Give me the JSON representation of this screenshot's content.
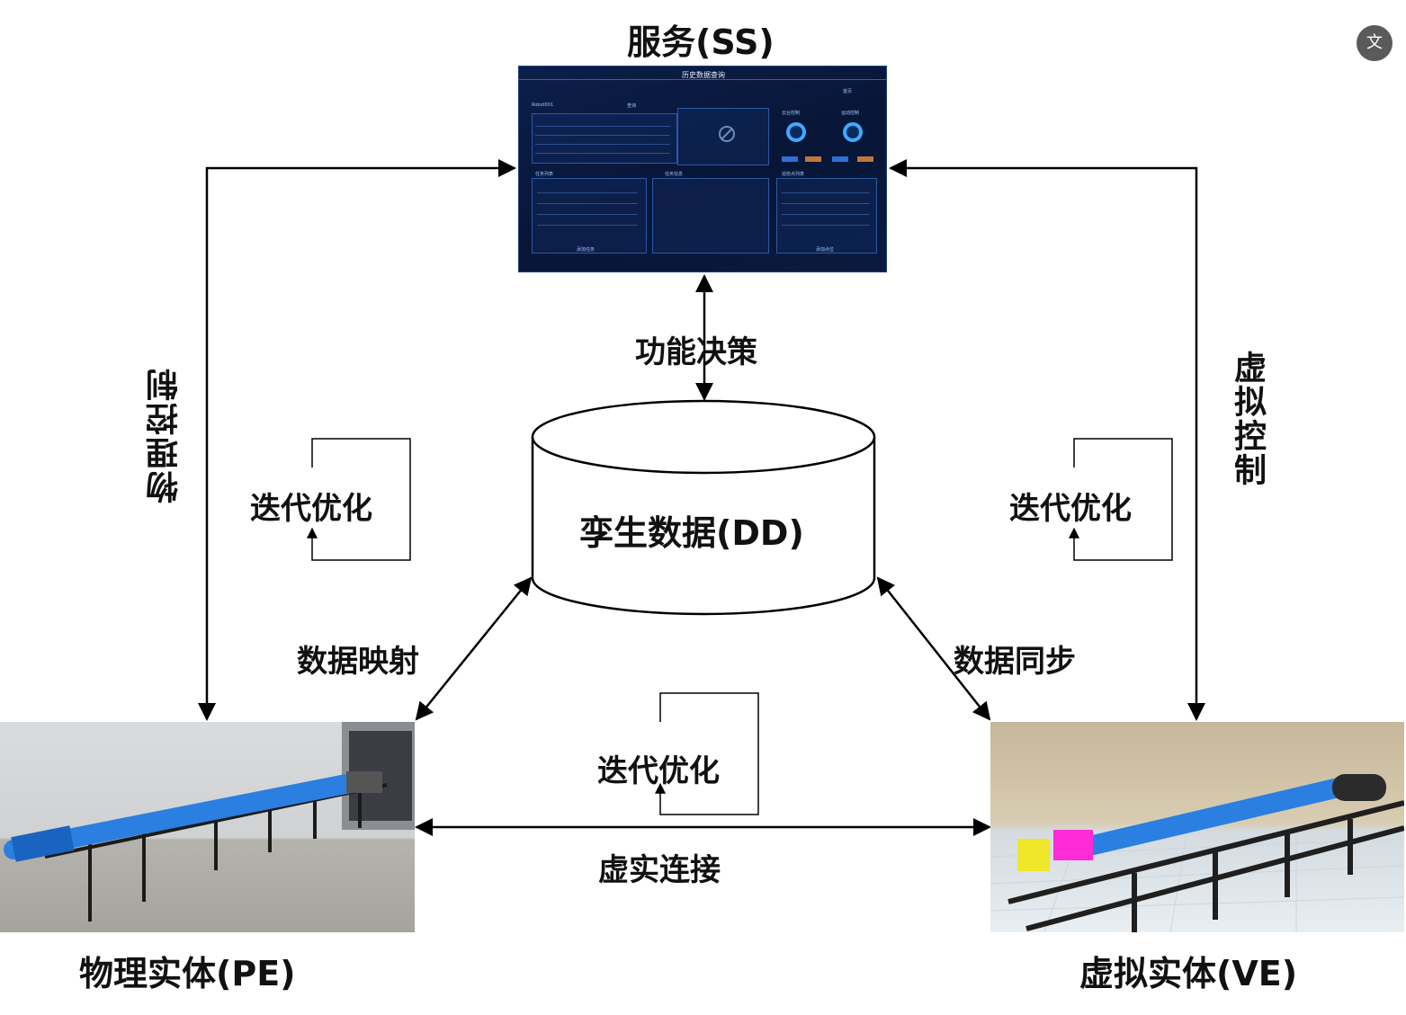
{
  "labels": {
    "service": "服务(SS)",
    "twin_data": "孪生数据(DD)",
    "physical_entity": "物理实体(PE)",
    "virtual_entity": "虚拟实体(VE)",
    "function_decision": "功能决策",
    "data_mapping": "数据映射",
    "data_sync": "数据同步",
    "virtual_real_connection": "虚实连接",
    "physical_control": "物理控制",
    "virtual_control": "虚拟控制",
    "iterate_optimize_left": "迭代优化",
    "iterate_optimize_right": "迭代优化",
    "iterate_optimize_bottom": "迭代优化"
  },
  "service_ui": {
    "title": "历史数据查询",
    "home": "首页",
    "query": "查询",
    "search_value": "Robot001",
    "ptz_control": "云台控制",
    "motion_control": "运动控制",
    "task_list": "任务列表",
    "task_info": "任务信息",
    "patrol_points": "巡检点列表",
    "add_task": "添加任务",
    "add_point": "添加点位"
  },
  "translate_icon": "translate-icon"
}
